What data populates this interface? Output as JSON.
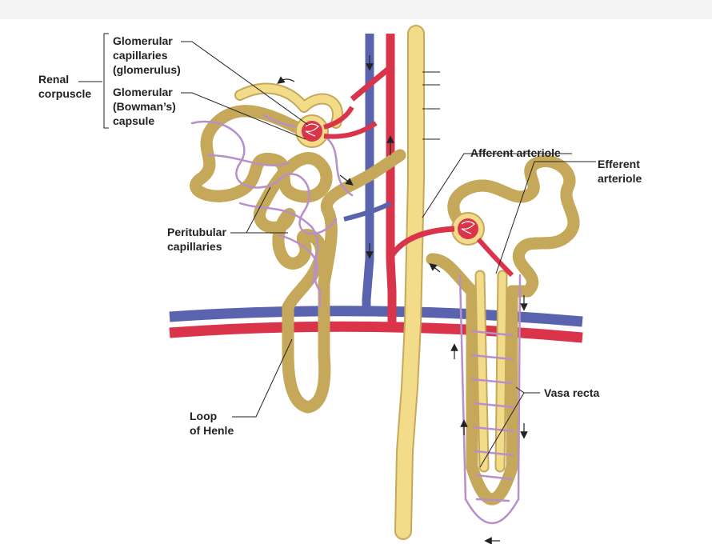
{
  "labels": {
    "renal_corpuscle": [
      "Renal",
      "corpuscle"
    ],
    "glomerular_capillaries": [
      "Glomerular",
      "capillaries",
      "(glomerulus)"
    ],
    "glomerular_capsule": [
      "Glomerular",
      "(Bowman’s)",
      "capsule"
    ],
    "peritubular_capillaries": [
      "Peritubular",
      "capillaries"
    ],
    "loop_of_henle": [
      "Loop",
      "of Henle"
    ],
    "afferent_arteriole": [
      "Afferent arteriole"
    ],
    "efferent_arteriole": [
      "Efferent",
      "arteriole"
    ],
    "vasa_recta": [
      "Vasa recta"
    ]
  },
  "colors": {
    "background": "#f3f3f3",
    "tubule": "#f2dc8a",
    "tubule_outline": "#c6a85a",
    "artery": "#d9344a",
    "vein": "#5a63ad",
    "capillary": "#b78fc9",
    "leader": "#222222"
  }
}
